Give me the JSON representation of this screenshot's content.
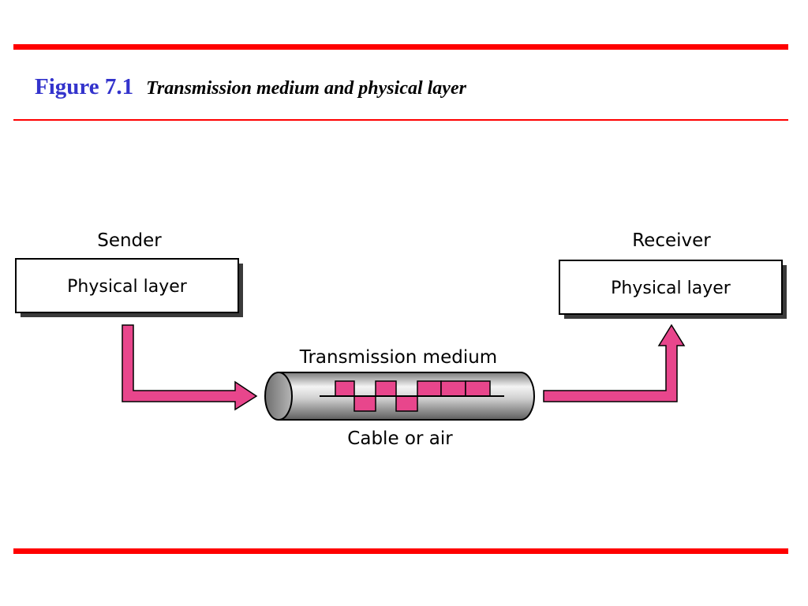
{
  "figure": {
    "number": "Figure 7.1",
    "caption": "Transmission medium and physical layer"
  },
  "diagram": {
    "sender": {
      "heading": "Sender",
      "box_label": "Physical layer"
    },
    "receiver": {
      "heading": "Receiver",
      "box_label": "Physical layer"
    },
    "medium": {
      "heading": "Transmission medium",
      "caption": "Cable or air"
    },
    "colors": {
      "accent_rule": "#ff0000",
      "figure_number": "#3333cc",
      "arrow_fill": "#e8468c",
      "signal_fill": "#e8468c",
      "cylinder_body": "#b8b8b8"
    }
  }
}
